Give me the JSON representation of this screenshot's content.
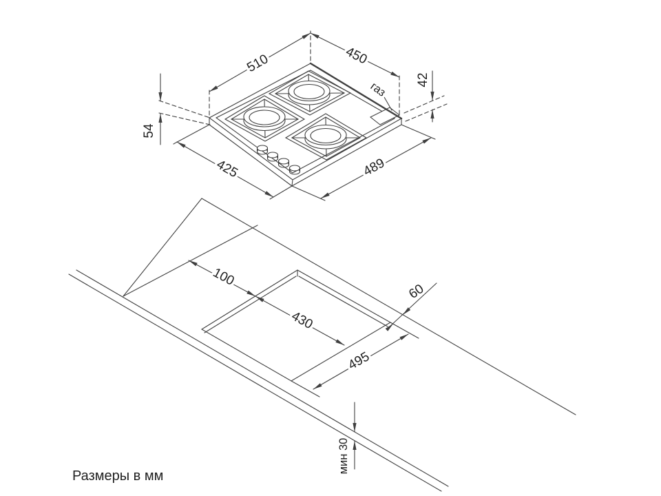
{
  "colors": {
    "line": "#3f3f3f",
    "text": "#1f1f1f",
    "background": "#ffffff"
  },
  "hob": {
    "dim_top_left": "510",
    "dim_top_right": "450",
    "dim_height_right": "42",
    "dim_height_left": "54",
    "dim_bottom_left": "425",
    "dim_bottom_right": "489",
    "gas_label": "газ"
  },
  "cutout": {
    "dim_offset_front": "100",
    "dim_width": "430",
    "dim_length": "495",
    "dim_offset_back": "60",
    "dim_thickness": "мин 30"
  },
  "footer": {
    "note": "Размеры в мм"
  }
}
